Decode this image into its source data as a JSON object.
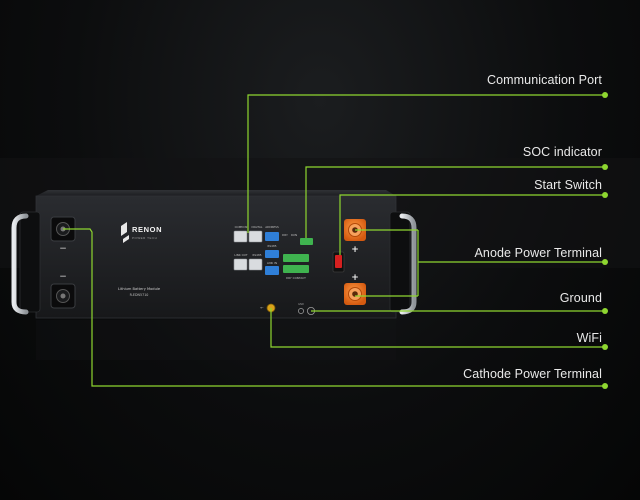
{
  "device": {
    "brand_top": "RENON",
    "brand_sub": "POWER TECH",
    "module_title": "Lithium Battery Module",
    "module_model": "R-EDN5710",
    "port_labels": [
      "COMM IN",
      "DIGITAL",
      "ADDRESS",
      "DRY",
      "RUN",
      "RS485",
      "LINK OUT",
      "RS485",
      "LINK IN",
      "DRY CONTACT",
      "GND"
    ],
    "sign_anode": "+",
    "sign_anode_2": "+",
    "sign_cathode": "−",
    "sign_cathode_2": "−"
  },
  "callouts": {
    "communication_port": "Communication Port",
    "soc_indicator": "SOC indicator",
    "start_switch": "Start Switch",
    "anode_terminal": "Anode Power Terminal",
    "ground": "Ground",
    "wifi": "WiFi",
    "cathode_terminal": "Cathode Power Terminal"
  },
  "colors": {
    "accent_line": "#8ed630",
    "terminal_orange": "#f0701f",
    "switch_red": "#d62020",
    "port_blue": "#2f7fd8",
    "port_green": "#3fb34f",
    "chassis": "#1f2124"
  }
}
